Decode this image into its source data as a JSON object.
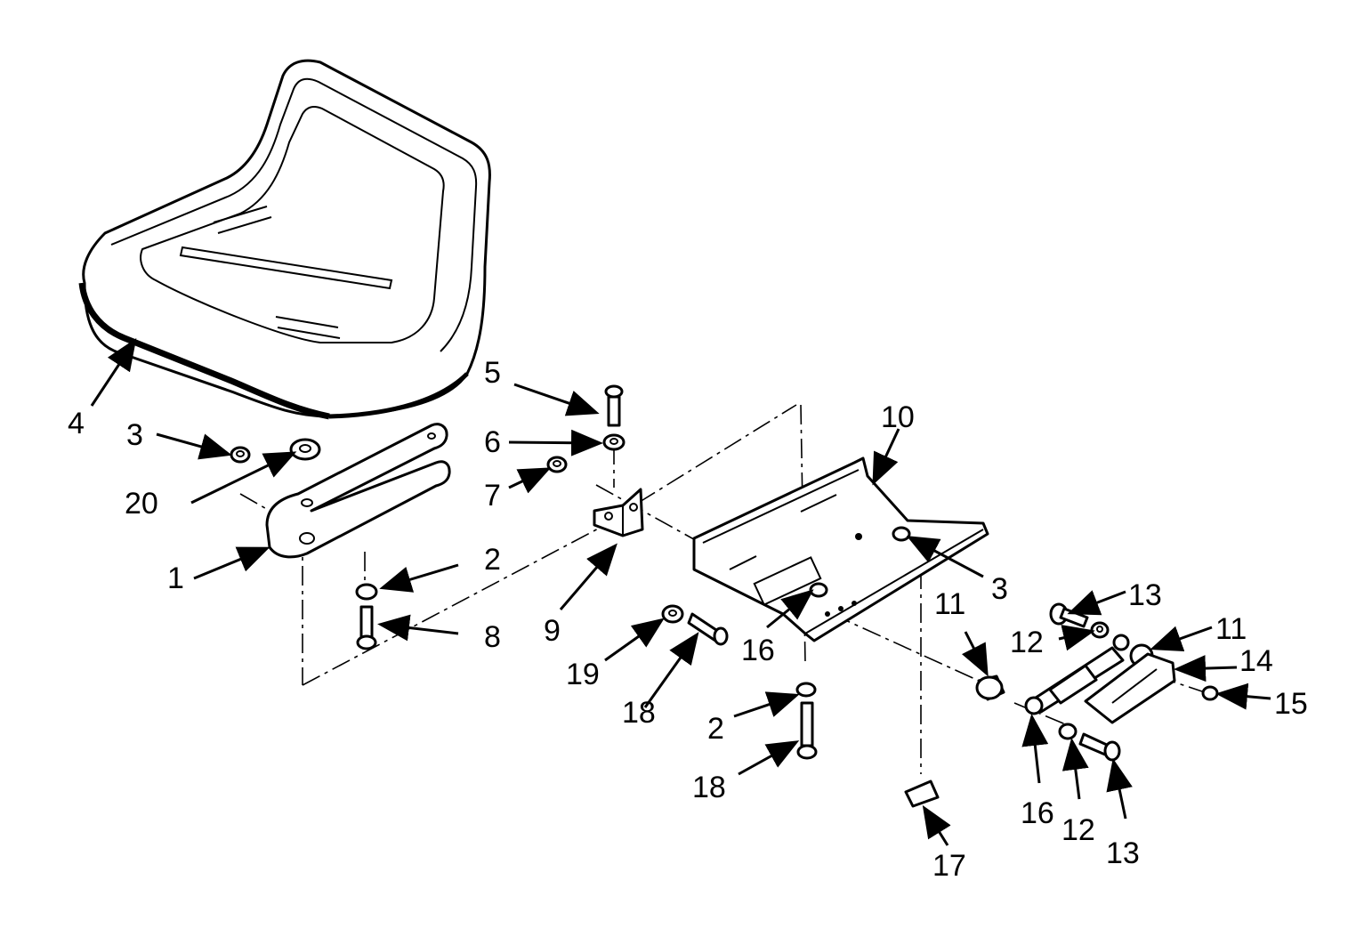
{
  "callouts": {
    "seat": "4",
    "nut_left": "3",
    "washer_large": "20",
    "seat_support": "1",
    "washer_left_lower": "2",
    "screw_left": "8",
    "bolt_top": "5",
    "washer_top": "6",
    "nut_top": "7",
    "angle_bracket": "9",
    "seat_pan": "10",
    "nut_right": "3",
    "spacer_bottom_nut": "16",
    "spacer_19": "19",
    "bolt_18_upper": "18",
    "washer_lower": "2",
    "bolt_18_lower": "18",
    "bushing_left": "11",
    "bumper": "17",
    "bolt_13_top": "13",
    "washer_12_top": "12",
    "bushing_right": "11",
    "hinge_bracket": "14",
    "nut_15": "15",
    "shock_end": "16",
    "washer_12_bottom": "12",
    "bolt_13_bottom": "13"
  }
}
